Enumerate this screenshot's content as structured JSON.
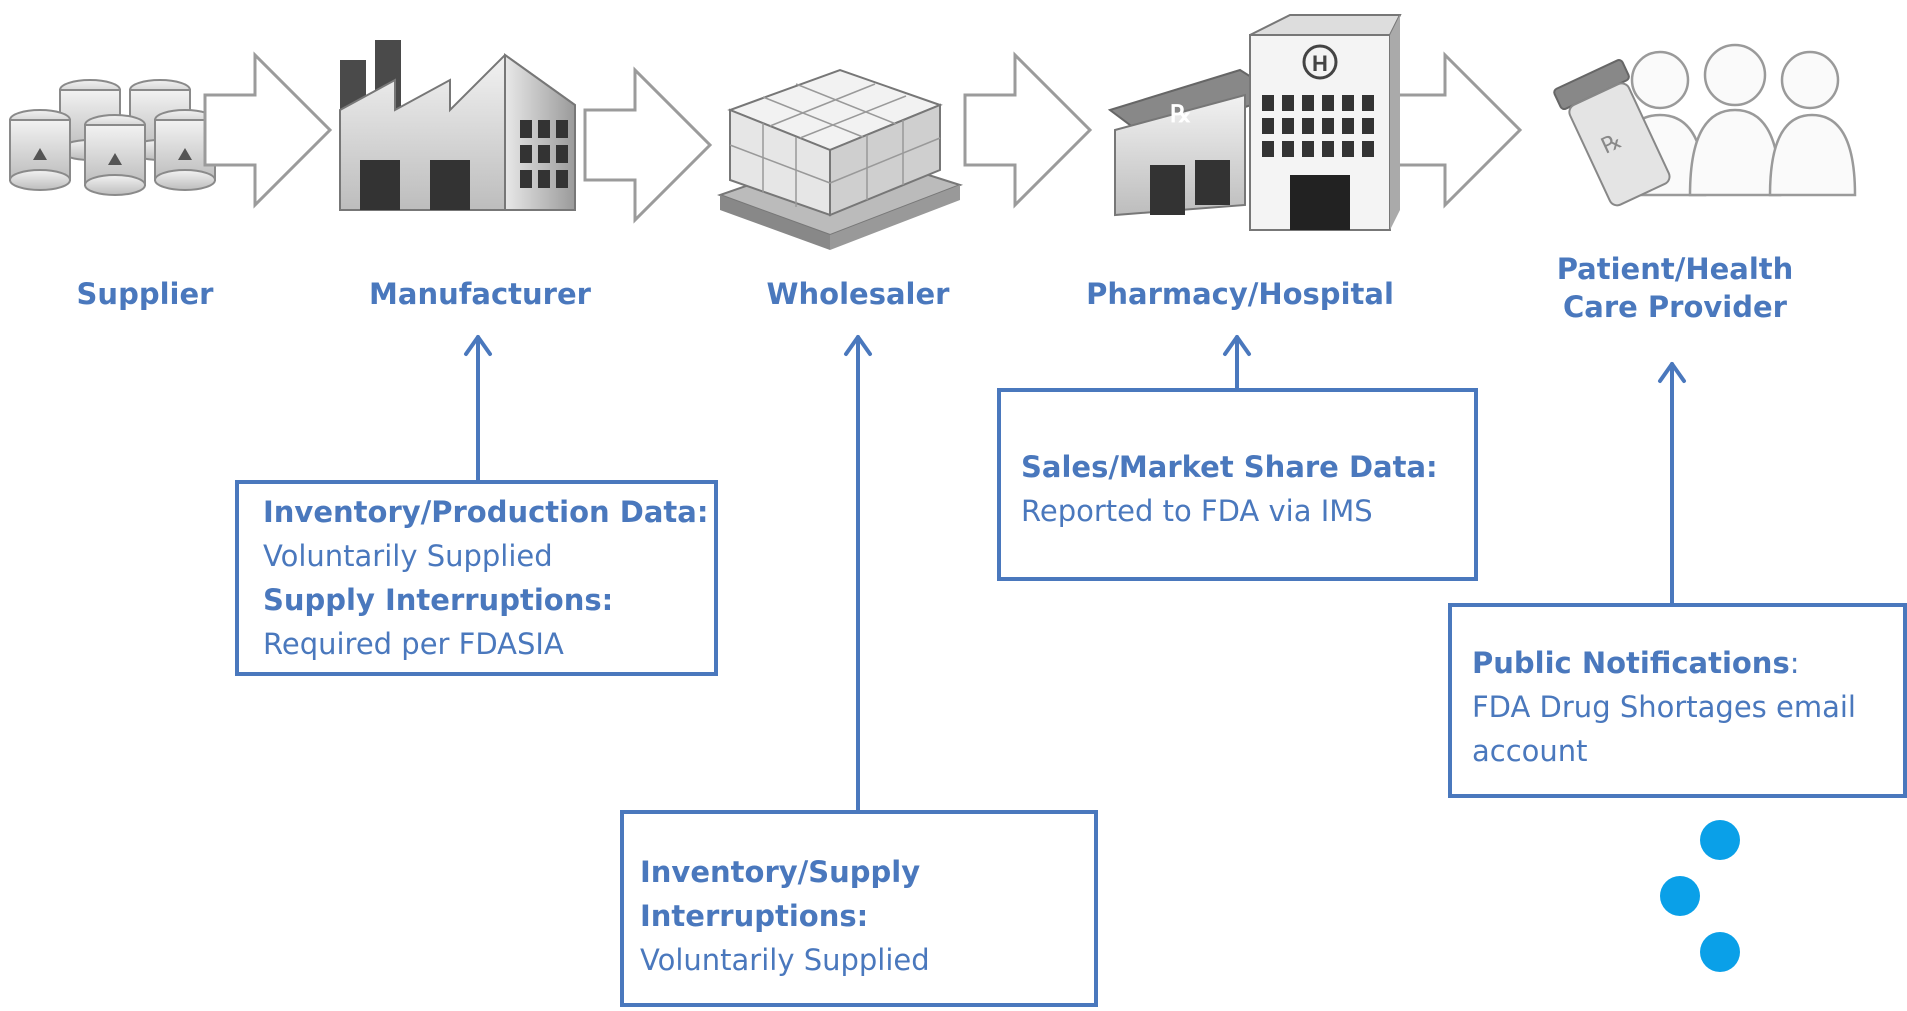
{
  "stages": [
    {
      "label": "Supplier",
      "icon": "barrels-icon"
    },
    {
      "label": "Manufacturer",
      "icon": "factory-icon"
    },
    {
      "label": "Wholesaler",
      "icon": "pallet-boxes-icon"
    },
    {
      "label": "Pharmacy/Hospital",
      "icon": "pharmacy-hospital-icon"
    },
    {
      "label_line1": "Patient/Health",
      "label_line2": "Care Provider",
      "icon": "patient-rx-icon"
    }
  ],
  "boxes": {
    "manufacturer": {
      "h1": "Inventory/Production Data:",
      "t1": "Voluntarily Supplied",
      "h2": "Supply Interruptions:",
      "t2": "Required per FDASIA"
    },
    "wholesaler": {
      "h1_line1": "Inventory/Supply",
      "h1_line2": "Interruptions:",
      "t1": "Voluntarily Supplied"
    },
    "pharmacy": {
      "h1": "Sales/Market Share Data:",
      "t1": "Reported to FDA via IMS"
    },
    "patient": {
      "h1": "Public Notifications",
      "colon": ":",
      "t1_line1": "FDA Drug Shortages email",
      "t1_line2": "account"
    }
  },
  "colors": {
    "accent": "#4a78bd",
    "dots": "#0aa0e8"
  }
}
